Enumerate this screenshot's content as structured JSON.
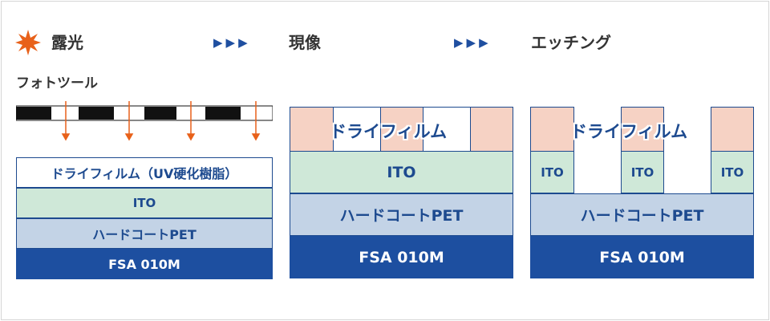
{
  "steps": {
    "exposure": "露光",
    "development": "現像",
    "etching": "エッチング",
    "arrow": "▶▶▶"
  },
  "phototool_label": "フォトツール",
  "layers": {
    "dryfilm_uv": "ドライフィルム（UV硬化樹脂）",
    "dryfilm": "ドライフィルム",
    "ito": "ITO",
    "hardcoat": "ハードコートPET",
    "fsa": "FSA 010M"
  },
  "icons": {
    "exposure": "sunburst-icon",
    "arrow": "down-arrow-icon"
  },
  "colors": {
    "blue": "#1d4fa0",
    "ito_green": "#cfe8d8",
    "hardcoat_blue": "#c3d3e6",
    "dryfilm_pink": "#f6d2c4",
    "sun_orange": "#e8611a"
  }
}
